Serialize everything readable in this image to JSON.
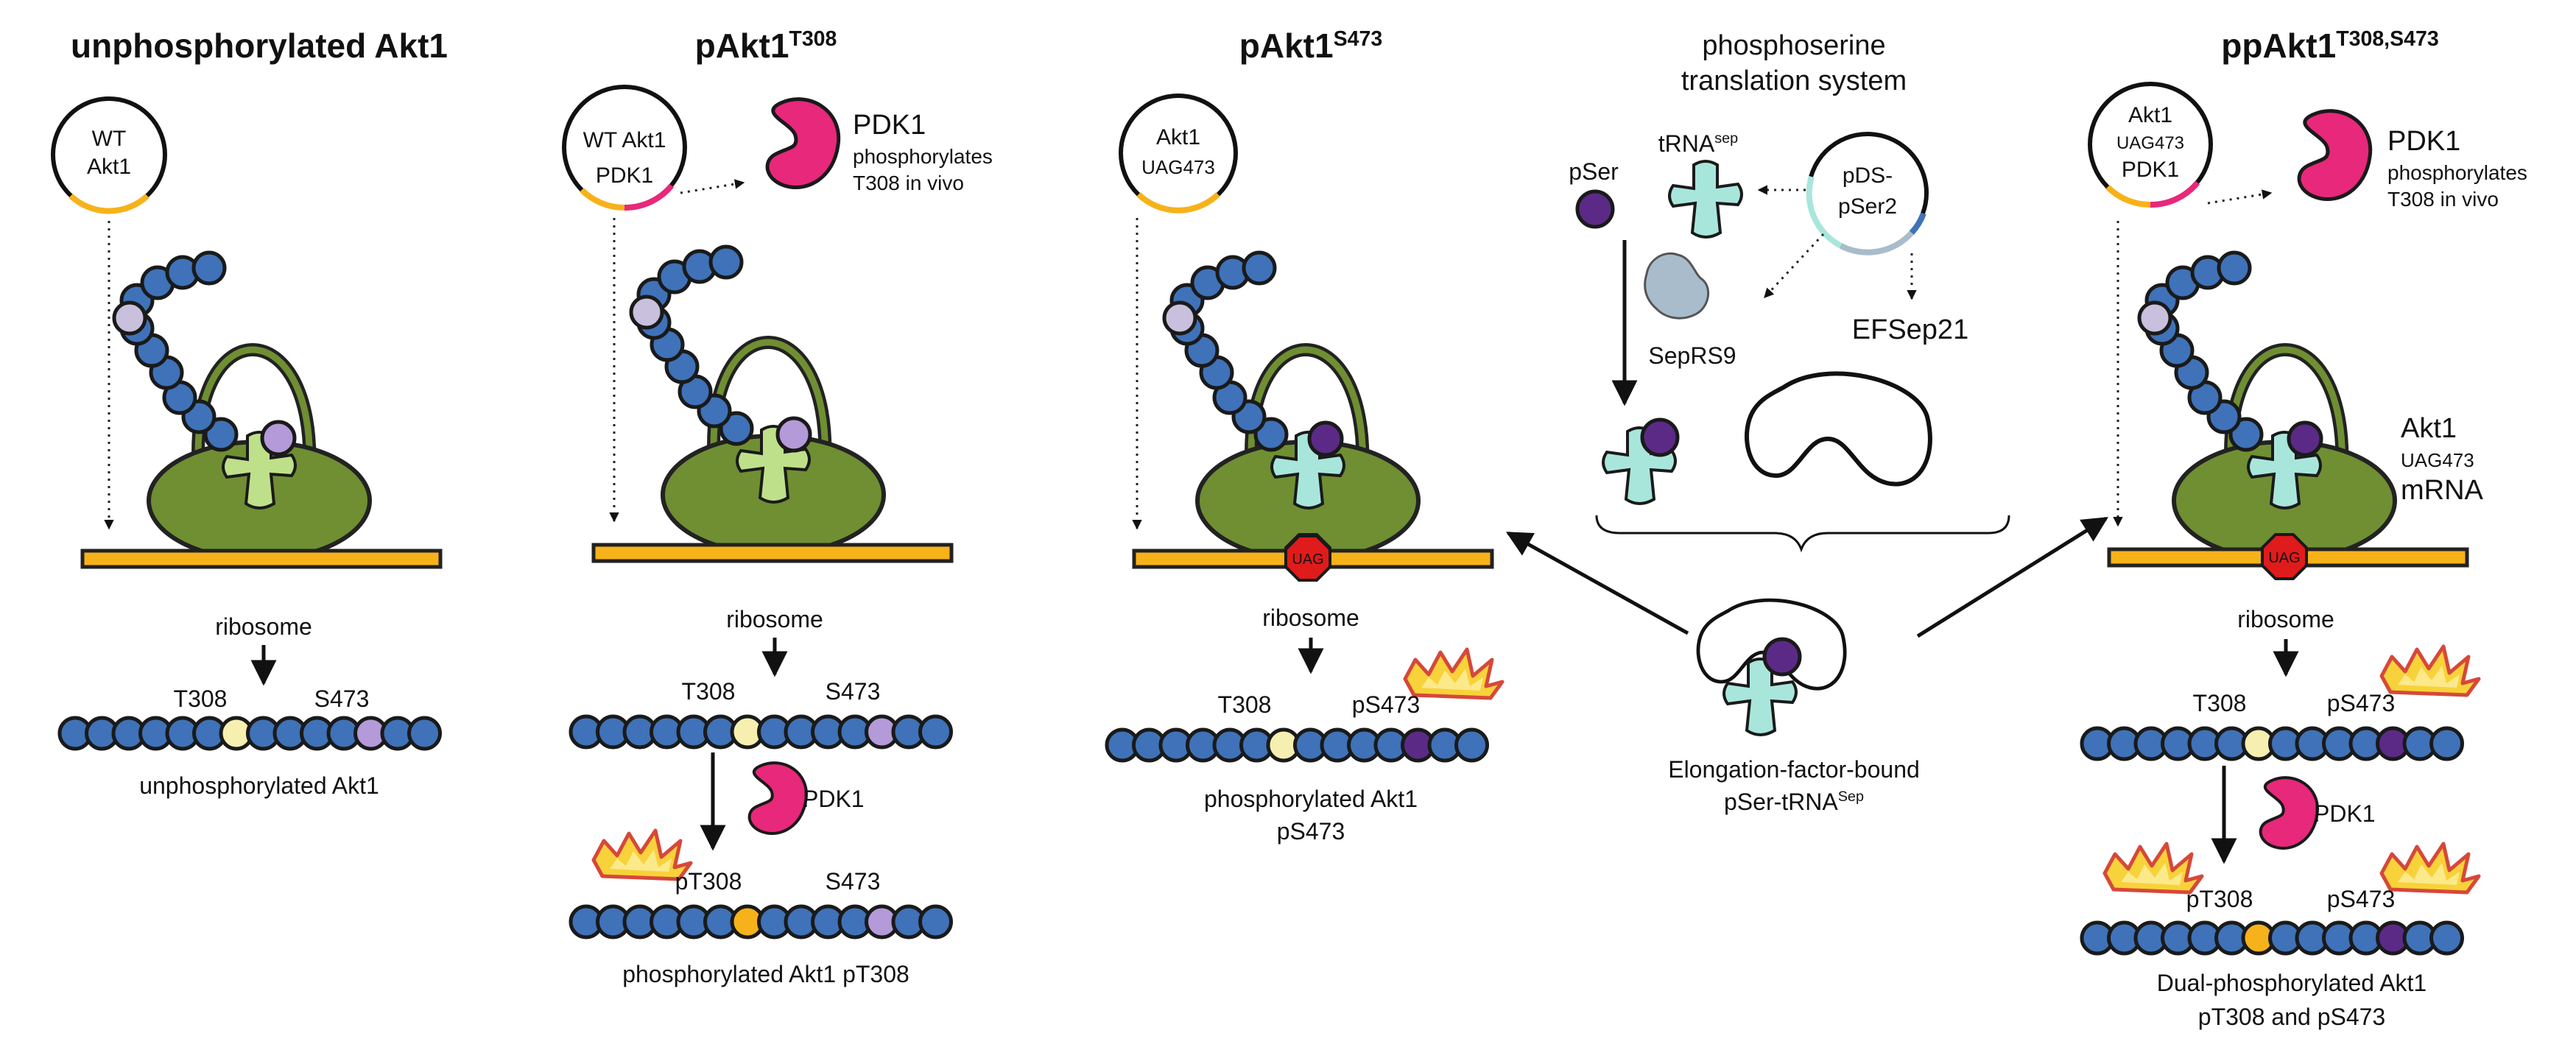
{
  "colors": {
    "ribosome": "#6f8f32",
    "mrna": "#f7b21a",
    "residue": "#3f72b8",
    "pdk1": "#e8287a",
    "phosphoserine": "#5b2a86",
    "tRNA_sep": "#a8e6dc",
    "tRNA_wt": "#bfe08a",
    "t308_unphos": "#f6efb0",
    "t308_phos": "#f6b21a",
    "s473_unphos": "#b49ad8",
    "stop_codon": "#e01b1b",
    "seprs9": "#a8bccc",
    "first_residue": "#c8c0dc"
  },
  "panels": {
    "p1": {
      "title": "unphosphorylated Akt1",
      "plasmid_line1": "WT",
      "plasmid_line2": "Akt1",
      "ribosome": "ribosome",
      "t308": "T308",
      "s473": "S473",
      "caption": "unphosphorylated Akt1"
    },
    "p2": {
      "title": "pAkt1",
      "title_sup": "T308",
      "plasmid_line1": "WT Akt1",
      "plasmid_line2": "PDK1",
      "pdk1": "PDK1",
      "pdk1_line2": "phosphorylates",
      "pdk1_line3": "T308 in vivo",
      "ribosome": "ribosome",
      "t308": "T308",
      "s473": "S473",
      "pdk1_enzyme": "PDK1",
      "pt308": "pT308",
      "s473_b": "S473",
      "caption": "phosphorylated Akt1 pT308"
    },
    "p3": {
      "title": "pAkt1",
      "title_sup": "S473",
      "plasmid_line1": "Akt1",
      "plasmid_line2": "UAG473",
      "uag": "UAG",
      "ribosome": "ribosome",
      "t308": "T308",
      "ps473": "pS473",
      "caption_line1": "phosphorylated Akt1",
      "caption_line2": "pS473"
    },
    "p4": {
      "title_line1": "phosphoserine",
      "title_line2": "translation system",
      "pser": "pSer",
      "trna": "tRNA",
      "trna_sup": "sep",
      "plasmid_line1": "pDS-",
      "plasmid_line2": "pSer2",
      "seprs9": "SepRS9",
      "efsep21": "EFSep21",
      "plus": "+",
      "caption_line1": "Elongation-factor-bound",
      "caption_line2": "pSer-tRNA",
      "caption_sup": "Sep"
    },
    "p5": {
      "title": "ppAkt1",
      "title_sup": "T308,S473",
      "plasmid_line1": "Akt1",
      "plasmid_line2": "UAG473",
      "plasmid_line3": "PDK1",
      "pdk1": "PDK1",
      "pdk1_line2": "phosphorylates",
      "pdk1_line3": "T308 in vivo",
      "mrna_line1": "Akt1",
      "mrna_line2": "UAG473",
      "mrna_line3": "mRNA",
      "uag": "UAG",
      "ribosome": "ribosome",
      "t308": "T308",
      "ps473": "pS473",
      "pdk1_enzyme": "PDK1",
      "pt308": "pT308",
      "ps473_b": "pS473",
      "caption_line1": "Dual-phosphorylated Akt1",
      "caption_line2": "pT308 and pS473"
    }
  }
}
